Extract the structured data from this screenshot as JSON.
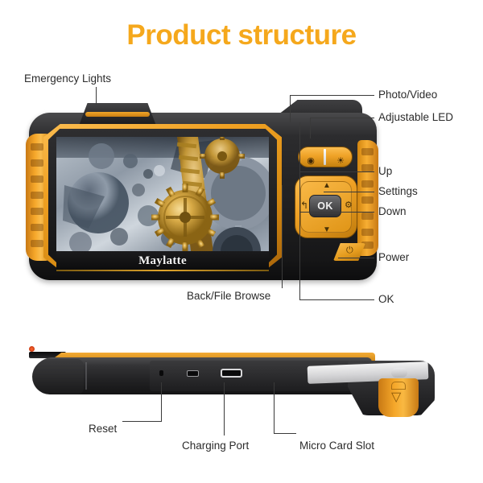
{
  "page": {
    "title": "Product structure",
    "title_color": "#F5A81C",
    "background": "#ffffff"
  },
  "device": {
    "brand": "Maylatte",
    "screen_content": "mechanical gears close-up",
    "buttons": {
      "ok_label": "OK",
      "up_glyph": "▲",
      "down_glyph": "▼",
      "back_glyph": "↰",
      "settings_glyph": "⚙",
      "photo_glyph": "◉",
      "led_glyph": "☀",
      "power_glyph": "⏻"
    }
  },
  "bottom_unit": {
    "latch_arrow": "▽"
  },
  "callouts": {
    "emergency_lights": "Emergency Lights",
    "photo_video": "Photo/Video",
    "adjustable_led": "Adjustable LED",
    "up": "Up",
    "settings": "Settings",
    "down": "Down",
    "power": "Power",
    "ok": "OK",
    "back_file_browse": "Back/File Browse",
    "reset": "Reset",
    "charging_port": "Charging Port",
    "micro_card_slot": "Micro Card Slot"
  }
}
